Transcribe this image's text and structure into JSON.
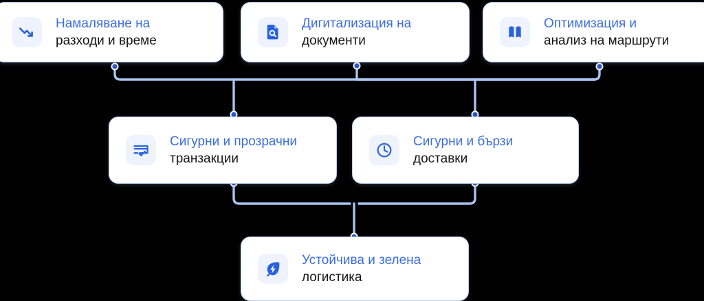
{
  "theme": {
    "accent": "#3b6ee0",
    "icon_fill": "#2a62de",
    "icon_tile_bg": "#eef3fd",
    "card_bg": "#ffffff",
    "card_border": "#bcd0f2",
    "connector": "#a9c4f0",
    "connector_dot": "#2a56c8",
    "text_dark": "#15161a",
    "background": "#000000"
  },
  "diagram": {
    "type": "flowchart",
    "orientation": "top-down",
    "rows": [
      {
        "row": 1,
        "cards": [
          {
            "id": "cost",
            "icon": "trending-down-icon",
            "line1": "Намаляване на",
            "line2": "разходи и време"
          },
          {
            "id": "docs",
            "icon": "document-search-icon",
            "line1": "Дигитализация на",
            "line2": "документи"
          },
          {
            "id": "routes",
            "icon": "map-icon",
            "line1": "Оптимизация и",
            "line2": "анализ на маршрути"
          }
        ]
      },
      {
        "row": 2,
        "cards": [
          {
            "id": "pay",
            "icon": "card-check-icon",
            "line1": "Сигурни и прозрачни",
            "line2": "транзакции"
          },
          {
            "id": "deliver",
            "icon": "clock-icon",
            "line1": "Сигурни и бързи",
            "line2": "доставки"
          }
        ]
      },
      {
        "row": 3,
        "cards": [
          {
            "id": "green",
            "icon": "eco-bolt-icon",
            "line1": "Устойчива и зелена",
            "line2": "логистика"
          }
        ]
      }
    ],
    "connections": [
      {
        "from": "cost",
        "to": "pay"
      },
      {
        "from": "docs",
        "to": "pay"
      },
      {
        "from": "docs",
        "to": "deliver"
      },
      {
        "from": "routes",
        "to": "deliver"
      },
      {
        "from": "pay",
        "to": "green"
      },
      {
        "from": "deliver",
        "to": "green"
      }
    ]
  }
}
